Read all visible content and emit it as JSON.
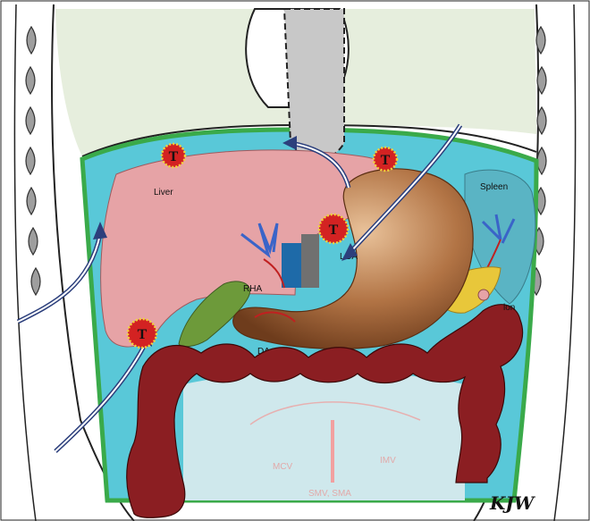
{
  "labels": {
    "liver": "Liver",
    "spleen": "Spleen",
    "lga": "LGA",
    "rha": "RHA",
    "colon": "lon",
    "gda": "DA",
    "mcv": "MCV",
    "imv": "IMV",
    "smv_sma": "SMV, SMA"
  },
  "tumor_label": "T",
  "signature": "KJW",
  "colors": {
    "liver": "#e6a3a6",
    "peritoneal_cavity": "#59c8d8",
    "peritoneum_border": "#3aaa4a",
    "thorax": "#e6eedd",
    "stomach": "#a0623a",
    "colon": "#8b1e22",
    "spleen": "#5ab4c4",
    "tumor": "#d32222",
    "tumor_ring": "#f2d33a",
    "gas_arrow": "#2c3f7c",
    "gallbladder": "#6d9a3a",
    "lower_abdomen": "#cfe8ec"
  }
}
